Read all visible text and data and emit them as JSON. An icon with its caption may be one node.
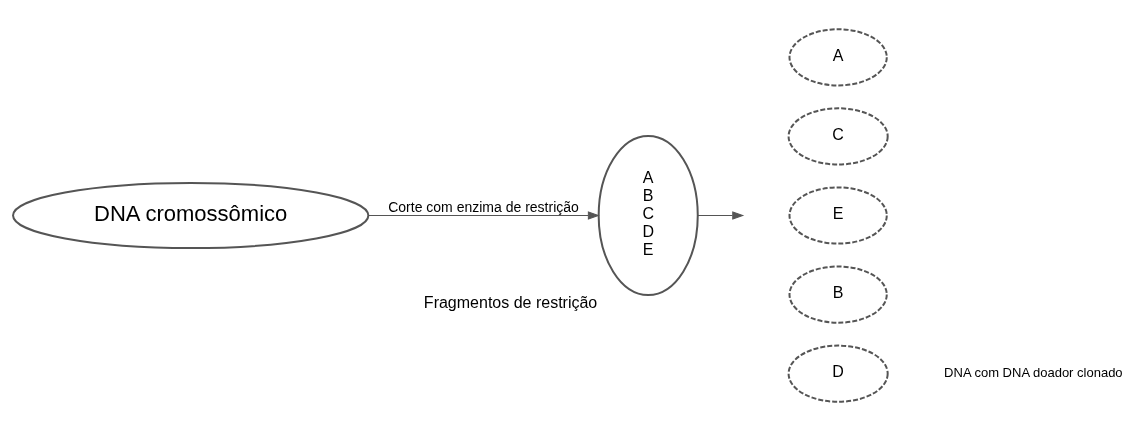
{
  "diagram": {
    "nodes": [
      {
        "text": [
          "DNA cromossômico"
        ]
      },
      {
        "text": [
          "A",
          "B",
          "C",
          "D",
          "E"
        ],
        "beside": [
          "Fragmentos de restrição"
        ]
      },
      {
        "text": [
          "A"
        ]
      },
      {
        "text": [
          "C"
        ]
      },
      {
        "text": [
          "E"
        ]
      },
      {
        "text": [
          "B"
        ]
      },
      {
        "text": [
          "D"
        ]
      }
    ],
    "edges": [
      {
        "from": 0,
        "to": 1,
        "arrow": "to",
        "label": "Corte com enzima de restrição"
      },
      {
        "from": 1,
        "to": null,
        "arrow": "to"
      }
    ],
    "labels": [
      "DNA com DNA doador clonado"
    ]
  }
}
